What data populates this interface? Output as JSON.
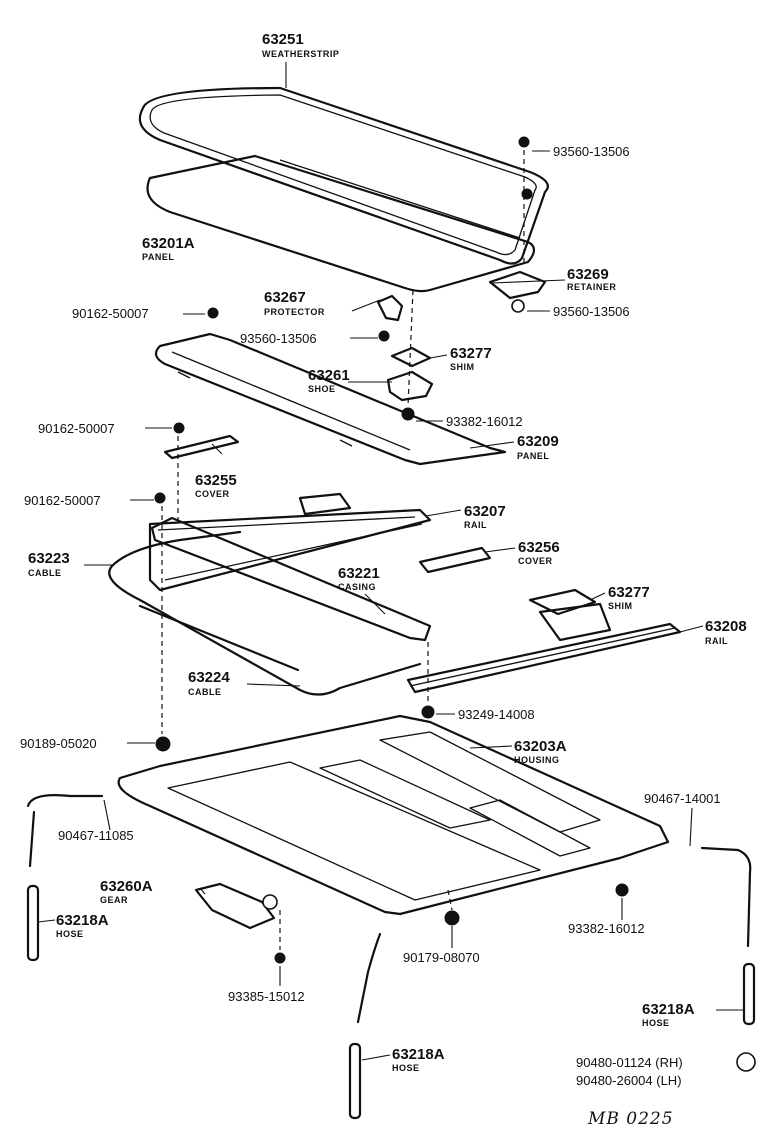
{
  "labels": [
    {
      "id": "weatherstrip",
      "number": "63251",
      "name": "WEATHERSTRIP"
    },
    {
      "id": "panel-glass",
      "number": "63201A",
      "name": "PANEL"
    },
    {
      "id": "protector",
      "number": "63267",
      "name": "PROTECTOR"
    },
    {
      "id": "retainer",
      "number": "63269",
      "name": "RETAINER"
    },
    {
      "id": "shim-upper",
      "number": "63277",
      "name": "SHIM"
    },
    {
      "id": "shoe",
      "number": "63261",
      "name": "SHOE"
    },
    {
      "id": "panel-frame",
      "number": "63209",
      "name": "PANEL"
    },
    {
      "id": "cover-left",
      "number": "63255",
      "name": "COVER"
    },
    {
      "id": "rail-left",
      "number": "63207",
      "name": "RAIL"
    },
    {
      "id": "cable-left",
      "number": "63223",
      "name": "CABLE"
    },
    {
      "id": "casing",
      "number": "63221",
      "name": "CASING"
    },
    {
      "id": "cover-right",
      "number": "63256",
      "name": "COVER"
    },
    {
      "id": "shim-lower",
      "number": "63277",
      "name": "SHIM"
    },
    {
      "id": "rail-right",
      "number": "63208",
      "name": "RAIL"
    },
    {
      "id": "cable-right",
      "number": "63224",
      "name": "CABLE"
    },
    {
      "id": "housing",
      "number": "63203A",
      "name": "HOUSING"
    },
    {
      "id": "gear",
      "number": "63260A",
      "name": "GEAR"
    },
    {
      "id": "hose-left",
      "number": "63218A",
      "name": "HOSE"
    },
    {
      "id": "hose-right",
      "number": "63218A",
      "name": "HOSE"
    },
    {
      "id": "hose-bottom",
      "number": "63218A",
      "name": "HOSE"
    }
  ],
  "part_numbers": [
    {
      "id": "pn-1",
      "text": "93560-13506"
    },
    {
      "id": "pn-2",
      "text": "93560-13506"
    },
    {
      "id": "pn-3",
      "text": "90162-50007"
    },
    {
      "id": "pn-4",
      "text": "93560-13506"
    },
    {
      "id": "pn-5",
      "text": "93382-16012"
    },
    {
      "id": "pn-6",
      "text": "90162-50007"
    },
    {
      "id": "pn-7",
      "text": "90162-50007"
    },
    {
      "id": "pn-8",
      "text": "93249-14008"
    },
    {
      "id": "pn-9",
      "text": "90189-05020"
    },
    {
      "id": "pn-10",
      "text": "90467-14001"
    },
    {
      "id": "pn-11",
      "text": "90467-11085"
    },
    {
      "id": "pn-12",
      "text": "93382-16012"
    },
    {
      "id": "pn-13",
      "text": "90179-08070"
    },
    {
      "id": "pn-14",
      "text": "93385-15012"
    },
    {
      "id": "pn-15",
      "text": "90480-01124 (RH)"
    },
    {
      "id": "pn-16",
      "text": "90480-26004 (LH)"
    }
  ],
  "note": "MB 0225"
}
